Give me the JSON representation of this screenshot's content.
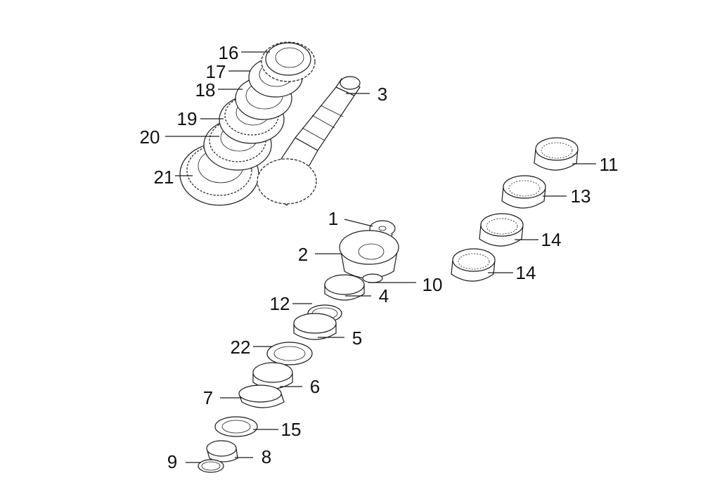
{
  "diagram": {
    "callouts": [
      {
        "id": "c16",
        "text": "16"
      },
      {
        "id": "c17",
        "text": "17"
      },
      {
        "id": "c18",
        "text": "18"
      },
      {
        "id": "c19",
        "text": "19"
      },
      {
        "id": "c20",
        "text": "20"
      },
      {
        "id": "c21",
        "text": "21"
      },
      {
        "id": "c3",
        "text": "3"
      },
      {
        "id": "c1",
        "text": "1"
      },
      {
        "id": "c2",
        "text": "2"
      },
      {
        "id": "c10",
        "text": "10"
      },
      {
        "id": "c4",
        "text": "4"
      },
      {
        "id": "c12",
        "text": "12"
      },
      {
        "id": "c5",
        "text": "5"
      },
      {
        "id": "c22",
        "text": "22"
      },
      {
        "id": "c6",
        "text": "6"
      },
      {
        "id": "c7",
        "text": "7"
      },
      {
        "id": "c15",
        "text": "15"
      },
      {
        "id": "c9",
        "text": "9"
      },
      {
        "id": "c8",
        "text": "8"
      },
      {
        "id": "c11",
        "text": "11"
      },
      {
        "id": "c13",
        "text": "13"
      },
      {
        "id": "c14a",
        "text": "14"
      },
      {
        "id": "c14b",
        "text": "14"
      }
    ]
  }
}
